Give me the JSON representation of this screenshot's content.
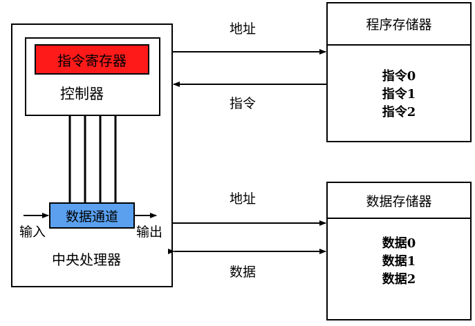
{
  "cpu": {
    "label": "中央处理器",
    "controller": {
      "label": "控制器",
      "register_label": "指令寄存器"
    },
    "datapath": {
      "label": "数据通道",
      "input_label": "输入",
      "output_label": "输出"
    }
  },
  "program_memory": {
    "title": "程序存储器",
    "items": [
      "指令0",
      "指令1",
      "指令2"
    ]
  },
  "data_memory": {
    "title": "数据存储器",
    "items": [
      "数据0",
      "数据1",
      "数据2"
    ]
  },
  "links": {
    "program_address": "地址",
    "program_instruction": "指令",
    "data_address": "地址",
    "data_data": "数据"
  },
  "colors": {
    "register_fill": "#ff1a1a",
    "datapath_fill": "#5aa0ef"
  }
}
